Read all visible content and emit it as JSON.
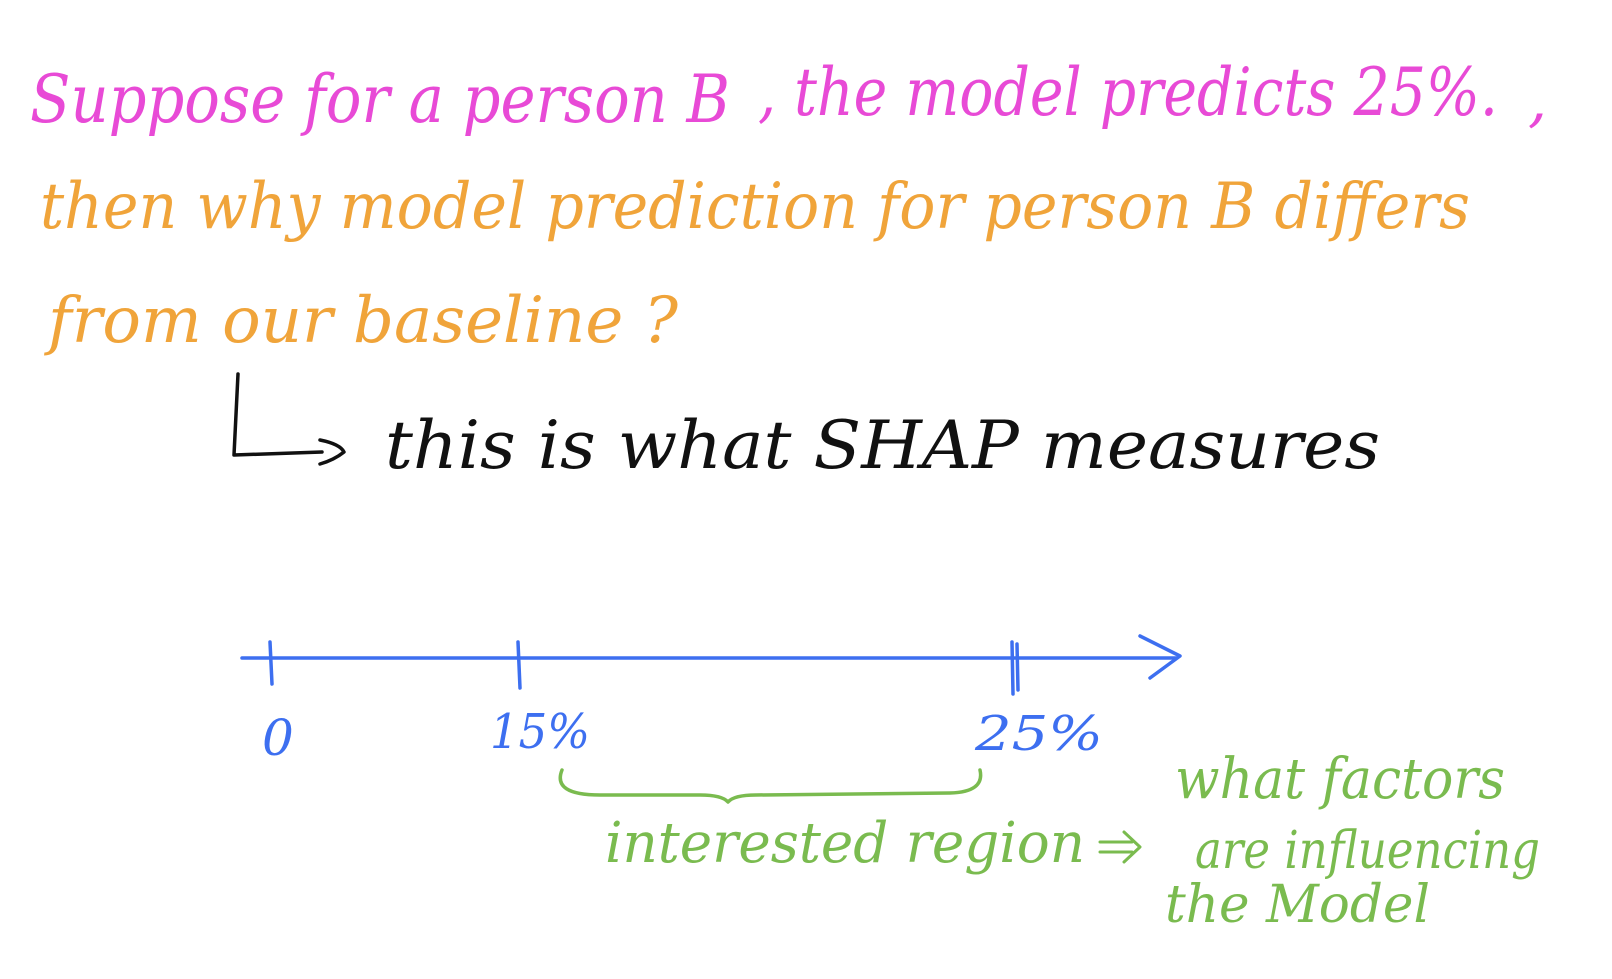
{
  "colors": {
    "background": "#ffffff",
    "magenta": "#e84ad6",
    "orange": "#f0a43a",
    "black": "#111111",
    "blue": "#3d6ff0",
    "green": "#7abb4f"
  },
  "notes": {
    "line1_part1": "Suppose for a person B",
    "line1_part2": ", the model predicts 25%.",
    "line1_trailing_comma": ",",
    "line2": "then why model prediction for person B differs",
    "line3": "from our baseline ?",
    "line4": "this is what SHAP measures"
  },
  "number_line": {
    "ticks": [
      {
        "label": "0",
        "value": 0
      },
      {
        "label": "15%",
        "value": 15
      },
      {
        "label": "25%",
        "value": 25
      }
    ]
  },
  "annotations": {
    "interested_region": "interested region",
    "factors_line1": "what factors",
    "factors_line2": "are influencing",
    "factors_line3": "the Model"
  }
}
